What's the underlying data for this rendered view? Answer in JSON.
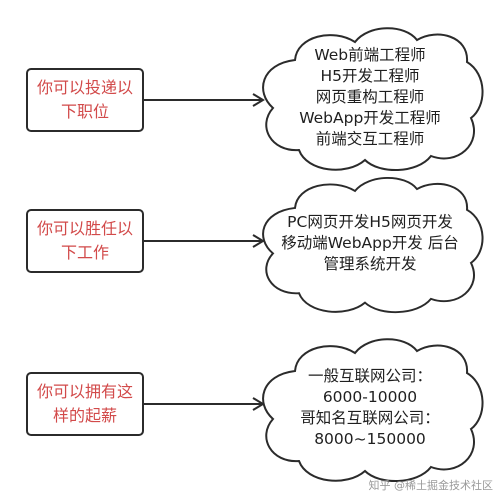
{
  "rows": [
    {
      "box": [
        "你可以投递以",
        "下职位"
      ],
      "cloud": [
        "Web前端工程师",
        "H5开发工程师",
        "网页重构工程师",
        "WebApp开发工程师",
        "前端交互工程师"
      ]
    },
    {
      "box": [
        "你可以胜任以",
        "下工作"
      ],
      "cloud": [
        "PC网页开发H5网页开发",
        "移动端WebApp开发 后台",
        "管理系统开发"
      ]
    },
    {
      "box": [
        "你可以拥有这",
        "样的起薪"
      ],
      "cloud": [
        "一般互联网公司：",
        "6000-10000",
        "哥知名互联网公司：",
        "8000~150000"
      ]
    }
  ],
  "watermark": "知乎 @稀土掘金技术社区",
  "colors": {
    "box_text": "#d24a4a",
    "stroke": "#2b2b2b",
    "cloud_text": "#1f1f1f"
  }
}
